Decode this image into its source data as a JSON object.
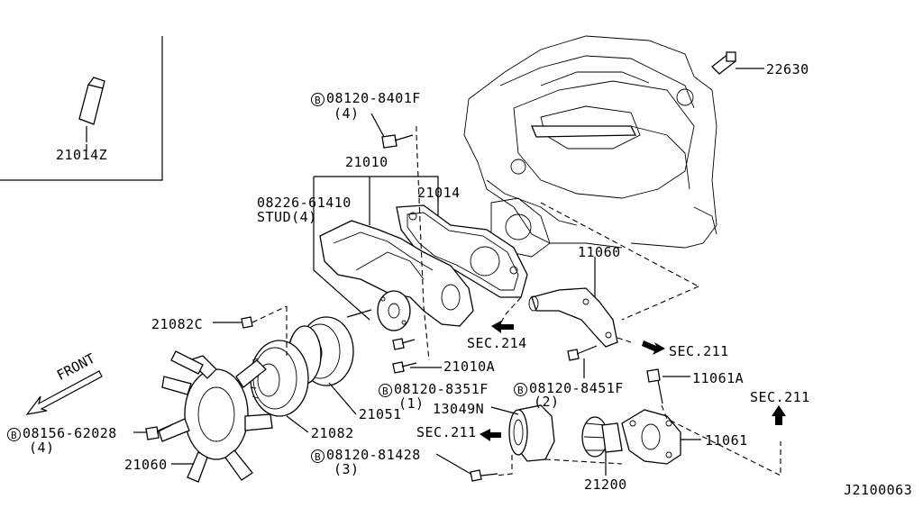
{
  "diagram_id": "J2100063",
  "front_label": "FRONT",
  "bolt_symbol": "B",
  "labels": {
    "p21014z": "21014Z",
    "p22630": "22630",
    "b1_code": "08120-8401F",
    "b1_qty": "(4)",
    "p21010": "21010",
    "p21014": "21014",
    "stud_code": "08226-61410",
    "stud_qty": "STUD(4)",
    "p11060": "11060",
    "p21082c": "21082C",
    "sec214": "SEC.214",
    "sec211_a": "SEC.211",
    "p21010a": "21010A",
    "b2_code": "08120-8351F",
    "b2_qty": "(1)",
    "b3_code": "08120-8451F",
    "b3_qty": "(2)",
    "p11061a": "11061A",
    "sec211_b": "SEC.211",
    "p21051": "21051",
    "p13049n": "13049N",
    "sec211_c": "SEC.211",
    "p11061": "11061",
    "b4_code": "08156-62028",
    "b4_qty": "(4)",
    "p21082": "21082",
    "p21060": "21060",
    "b5_code": "08120-81428",
    "b5_qty": "(3)",
    "p21200": "21200"
  }
}
